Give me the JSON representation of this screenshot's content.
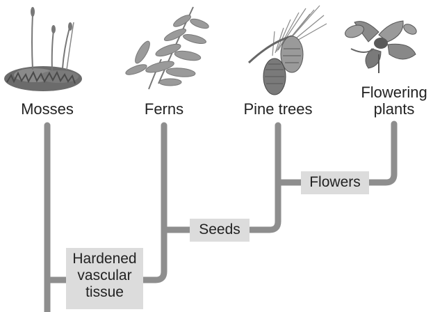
{
  "taxa": {
    "mosses": "Mosses",
    "ferns": "Ferns",
    "pine_trees": "Pine trees",
    "flowering_line1": "Flowering",
    "flowering_line2": "plants"
  },
  "traits": {
    "flowers": "Flowers",
    "seeds": "Seeds",
    "hardened_line1": "Hardened",
    "hardened_line2": "vascular",
    "hardened_line3": "tissue"
  },
  "colors": {
    "branch": "#8e8e8e",
    "label_box": "#dcdcdc"
  },
  "illustrations": [
    "moss-illustration",
    "fern-illustration",
    "pine-cone-illustration",
    "flower-illustration"
  ]
}
